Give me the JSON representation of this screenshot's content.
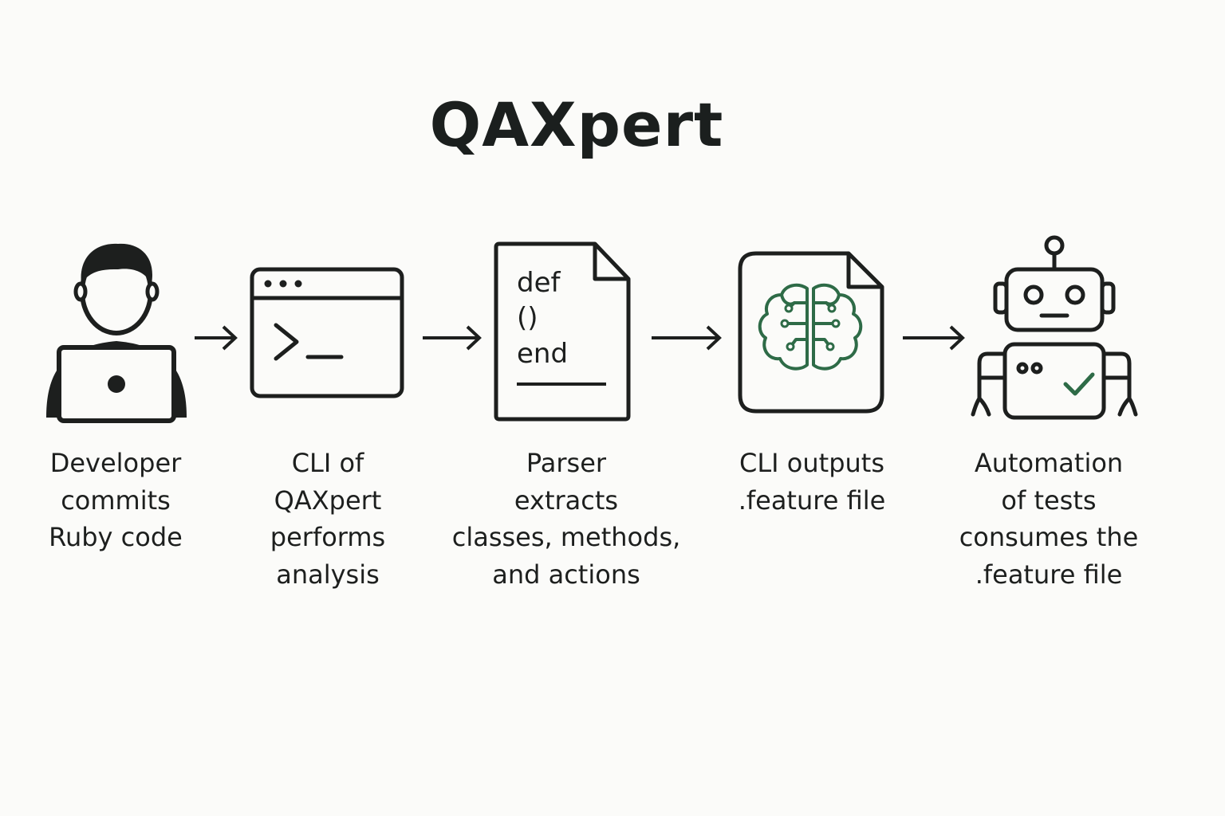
{
  "title": "QAXpert",
  "colors": {
    "ink": "#1d1f1e",
    "accent_green": "#2e6b47",
    "background": "#fbfbf9"
  },
  "steps": [
    {
      "icon": "developer-laptop-icon",
      "label_lines": [
        "Developer",
        "commits",
        "Ruby code"
      ]
    },
    {
      "icon": "terminal-window-icon",
      "label_lines": [
        "CLI of",
        "QAXpert",
        "performs",
        "analysis"
      ]
    },
    {
      "icon": "code-file-icon",
      "code_lines": [
        "def",
        "()",
        "end"
      ],
      "label_lines": [
        "Parser",
        "extracts",
        "classes, methods,",
        "and actions"
      ]
    },
    {
      "icon": "brain-file-icon",
      "label_lines": [
        "CLI outputs",
        ".feature file"
      ]
    },
    {
      "icon": "robot-icon",
      "label_lines": [
        "Automation",
        "of tests",
        "consumes the",
        ".feature file"
      ]
    }
  ]
}
